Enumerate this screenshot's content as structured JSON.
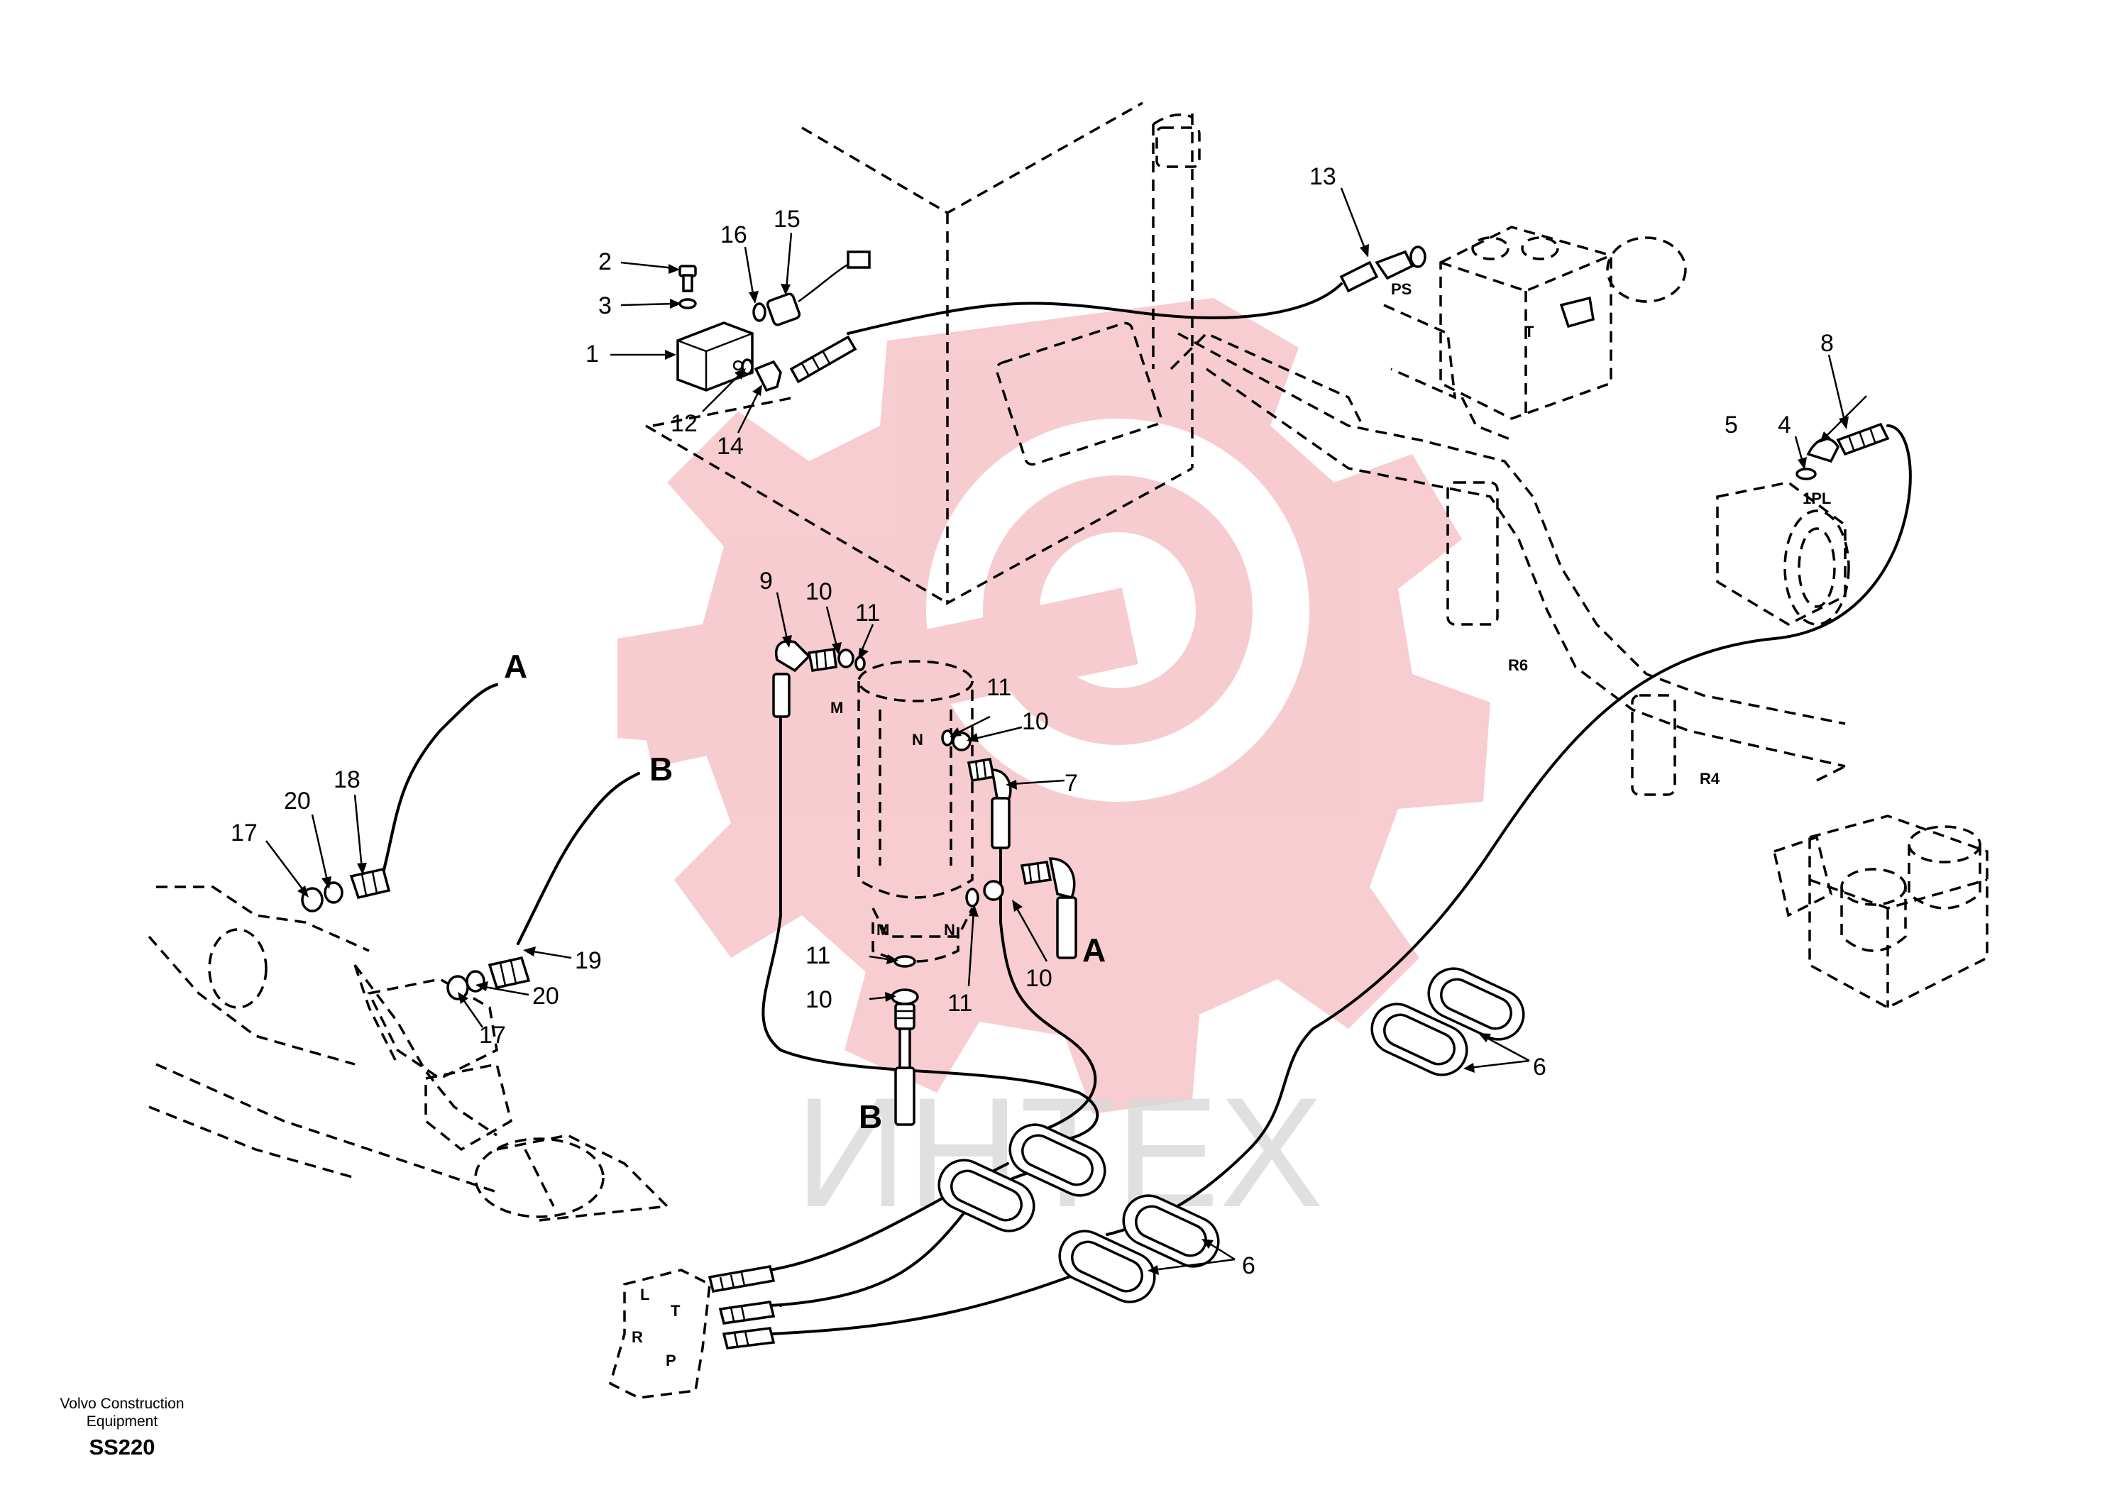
{
  "footer": {
    "brand": "Volvo Construction",
    "brand_line2": "Equipment",
    "model": "SS220"
  },
  "callouts": [
    "1",
    "2",
    "3",
    "4",
    "5",
    "6",
    "7",
    "8",
    "9",
    "10",
    "11",
    "12",
    "13",
    "14",
    "15",
    "16",
    "17",
    "18",
    "19",
    "20"
  ],
  "ports": {
    "ps": "PS",
    "t": "T",
    "pl": "1PL",
    "m": "M",
    "n": "N",
    "r6": "R6",
    "r4": "R4",
    "l": "L",
    "r": "R",
    "p": "P"
  },
  "refs": {
    "a": "A",
    "b": "B"
  },
  "watermark": {
    "text": "ИНТЕХ",
    "color": "#f2a0a0"
  },
  "colors": {
    "line": "#000000",
    "background": "#ffffff",
    "watermark": "#f2a0a0"
  }
}
